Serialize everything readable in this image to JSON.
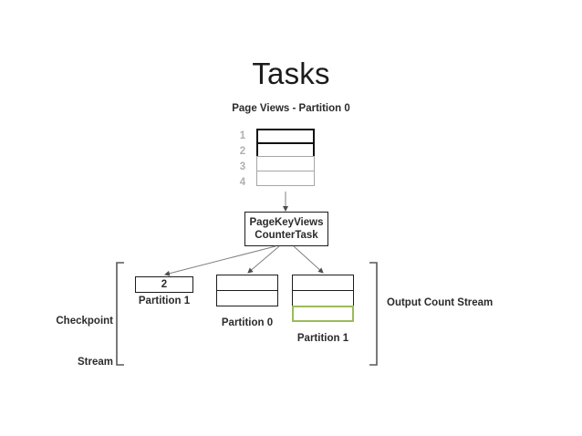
{
  "title": "Tasks",
  "input_stream": {
    "label": "Page Views - Partition 0",
    "row_numbers": [
      "1",
      "2",
      "3",
      "4"
    ],
    "rows": [
      {
        "state": "processed"
      },
      {
        "state": "processed"
      },
      {
        "state": "pending"
      },
      {
        "state": "pending"
      }
    ]
  },
  "task": {
    "line1": "PageKeyViews",
    "line2": "CounterTask"
  },
  "checkpoint_stream": {
    "bracket_label": "Checkpoint\nStream",
    "bracket_label_line1": "Checkpoint",
    "bracket_label_line2": "Stream",
    "box": {
      "caption": "Partition 1",
      "cells": [
        "2"
      ]
    }
  },
  "output_stream": {
    "bracket_label": "Output Count Stream",
    "partition0": {
      "caption": "Partition 0",
      "cells": [
        "",
        ""
      ]
    },
    "partition1": {
      "caption": "Partition 1",
      "cells": [
        "",
        "",
        ""
      ],
      "highlight_index": 2
    }
  },
  "colors": {
    "background": "#ffffff",
    "stroke_strong": "#111111",
    "stroke_weak": "#a6a6a6",
    "text": "#2b2b2b",
    "muted_text": "#b0b0b0",
    "highlight_green": "#9bbb59",
    "connector": "#808080"
  }
}
